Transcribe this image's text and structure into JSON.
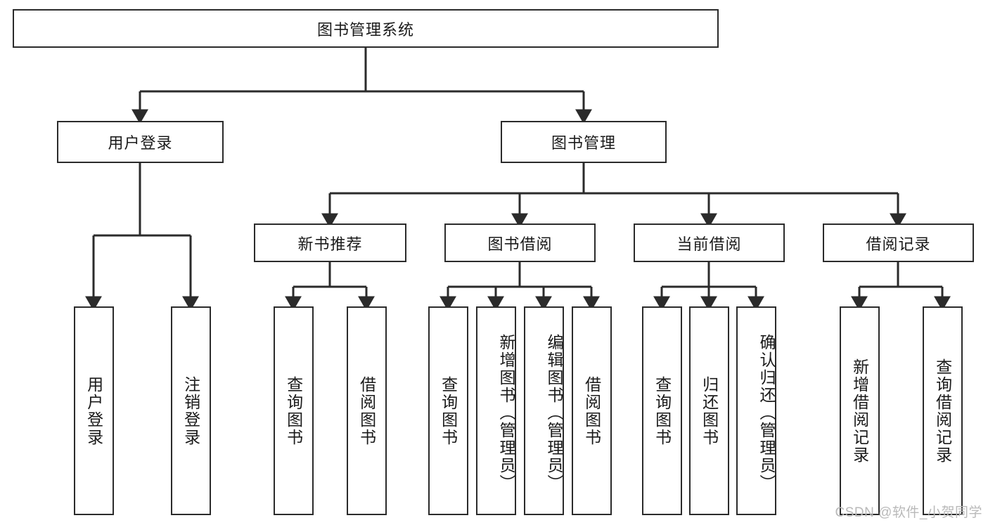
{
  "diagram": {
    "type": "tree-hierarchy",
    "title": "图书管理系统",
    "root": {
      "label": "图书管理系统"
    },
    "level2": [
      {
        "id": "user-login",
        "label": "用户登录"
      },
      {
        "id": "book-manage",
        "label": "图书管理"
      }
    ],
    "level3": [
      {
        "id": "new-book-recommend",
        "label": "新书推荐",
        "parent": "book-manage"
      },
      {
        "id": "book-borrow",
        "label": "图书借阅",
        "parent": "book-manage"
      },
      {
        "id": "current-borrow",
        "label": "当前借阅",
        "parent": "book-manage"
      },
      {
        "id": "borrow-record",
        "label": "借阅记录",
        "parent": "book-manage"
      }
    ],
    "leaves": {
      "user_login": [
        {
          "id": "leaf-user-login",
          "label": "用户登录"
        },
        {
          "id": "leaf-logout-login",
          "label": "注销登录"
        }
      ],
      "new_book_recommend": [
        {
          "id": "leaf-query-book-1",
          "label": "查询图书"
        },
        {
          "id": "leaf-borrow-book-1",
          "label": "借阅图书"
        }
      ],
      "book_borrow": [
        {
          "id": "leaf-query-book-2",
          "label": "查询图书"
        },
        {
          "id": "leaf-add-book",
          "label": "新增图书（管理员）"
        },
        {
          "id": "leaf-edit-book",
          "label": "编辑图书（管理员）"
        },
        {
          "id": "leaf-borrow-book-2",
          "label": "借阅图书"
        }
      ],
      "current_borrow": [
        {
          "id": "leaf-query-book-3",
          "label": "查询图书"
        },
        {
          "id": "leaf-return-book",
          "label": "归还图书"
        },
        {
          "id": "leaf-confirm-return",
          "label": "确认归还（管理员）"
        }
      ],
      "borrow_record": [
        {
          "id": "leaf-add-borrow-record",
          "label": "新增借阅记录"
        },
        {
          "id": "leaf-query-borrow-record",
          "label": "查询借阅记录"
        }
      ]
    },
    "colors": {
      "stroke": "#2b2b2b",
      "fill": "#ffffff",
      "text": "#1a1a1a",
      "watermark": "#b9b9b9"
    }
  },
  "watermark": {
    "text": "CSDN @软件_小贺同学"
  }
}
